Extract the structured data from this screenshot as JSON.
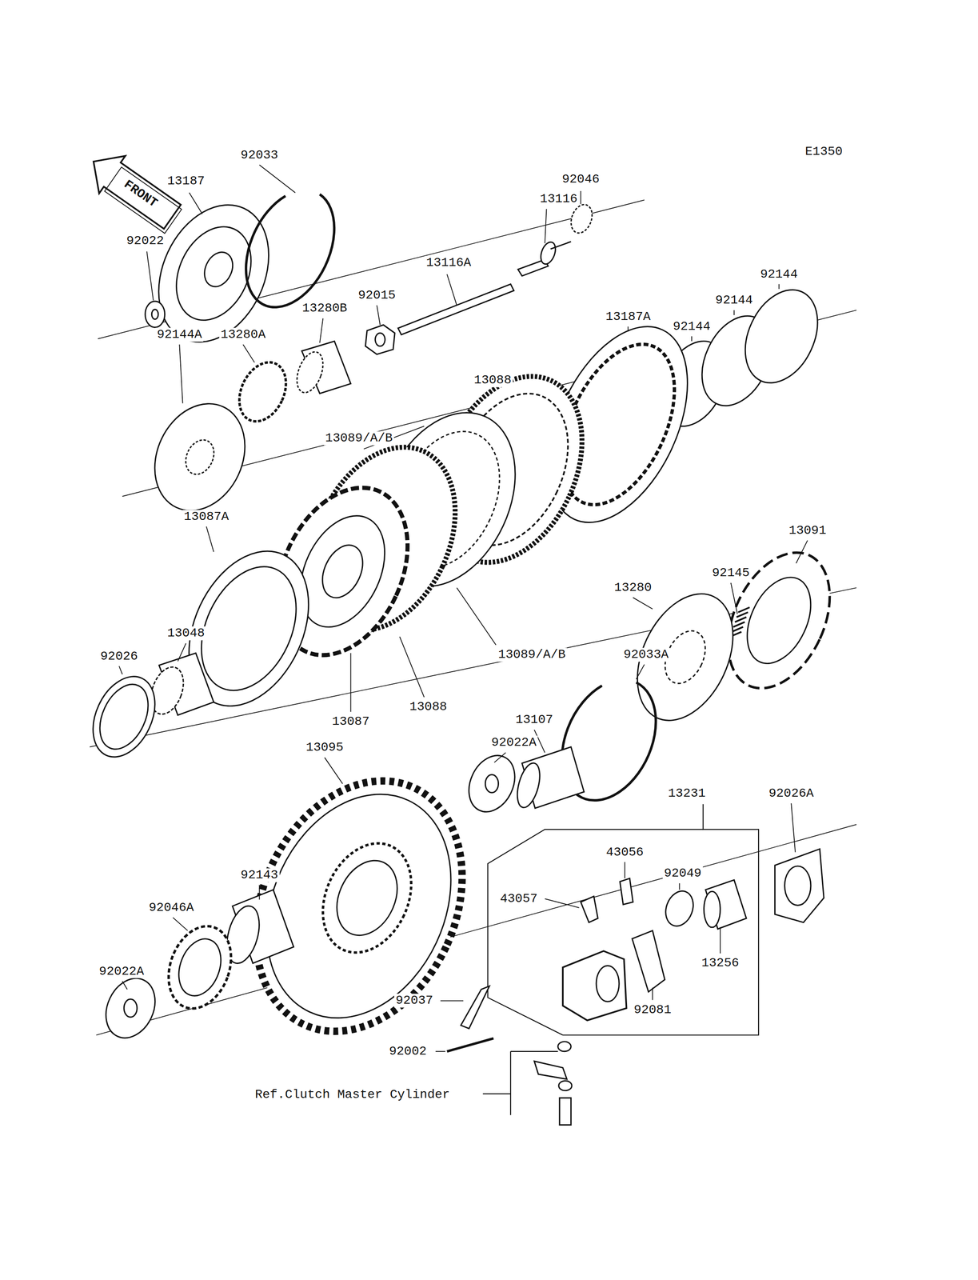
{
  "diagram": {
    "labels": [
      "E1350",
      "FRONT",
      "92033",
      "13187",
      "92046",
      "13116",
      "92022",
      "13116A",
      "92144",
      "92015",
      "13280B",
      "92144",
      "92144",
      "13187A",
      "92144A",
      "13280A",
      "13088",
      "13089/A/B",
      "13087A",
      "13091",
      "92145",
      "13280",
      "13048",
      "92026",
      "13089/A/B",
      "92033A",
      "13087",
      "13088",
      "13095",
      "13107",
      "92022A",
      "13231",
      "92026A",
      "43056",
      "92049",
      "43057",
      "92143",
      "92046A",
      "13256",
      "92022A",
      "92081",
      "92037",
      "92002",
      "Ref.Clutch Master Cylinder"
    ]
  }
}
